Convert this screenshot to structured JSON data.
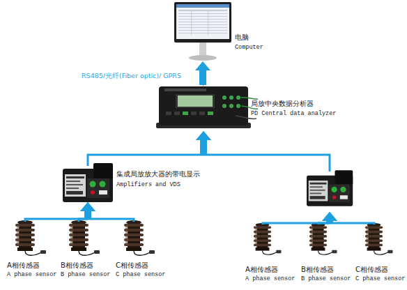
{
  "diagram": {
    "nodes": [
      {
        "text": [
          "电脑",
          "Computer"
        ]
      },
      {
        "text": [
          "局放中央数据分析器",
          "PD Central data analyzer"
        ]
      },
      {
        "text": [
          "集成局放放大器的带电显示",
          "Amplifiers and VDS"
        ]
      },
      {
        "text": []
      },
      {
        "text": [
          "A相传感器",
          "A phase sensor"
        ]
      },
      {
        "text": [
          "B相传感器",
          "B phase sensor"
        ]
      },
      {
        "text": [
          "C相传感器",
          "C phase sensor"
        ]
      },
      {
        "text": [
          "A相传感器",
          "A phase sensor"
        ]
      },
      {
        "text": [
          "B相传感器",
          "B phase sensor"
        ]
      },
      {
        "text": [
          "C相传感器",
          "C phase sensor"
        ]
      }
    ],
    "edges": [
      {
        "from": 1,
        "to": 0,
        "arrow": "to",
        "label": "RS485/光纤(Fiber optic)/ GPRS"
      },
      {
        "from": 2,
        "to": 1,
        "arrow": "to"
      },
      {
        "from": 3,
        "to": 1,
        "arrow": "to"
      },
      {
        "from": 4,
        "to": 2,
        "arrow": "to"
      },
      {
        "from": 5,
        "to": 2,
        "arrow": "to"
      },
      {
        "from": 6,
        "to": 2,
        "arrow": "to"
      },
      {
        "from": 7,
        "to": 3,
        "arrow": "to"
      },
      {
        "from": 8,
        "to": 3,
        "arrow": "to"
      },
      {
        "from": 9,
        "to": 3,
        "arrow": "to"
      }
    ]
  }
}
